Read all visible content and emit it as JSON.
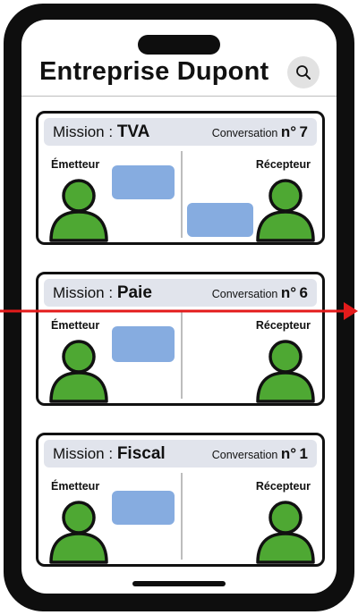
{
  "header": {
    "title": "Entreprise Dupont"
  },
  "labels": {
    "mission_prefix": "Mission :",
    "conversation_prefix": "Conversation",
    "number_sign": "n°"
  },
  "missions": [
    {
      "name": "TVA",
      "conversation_number": "7",
      "sender": "Émetteur",
      "receiver": "Récepteur"
    },
    {
      "name": "Paie",
      "conversation_number": "6",
      "sender": "Émetteur",
      "receiver": "Récepteur"
    },
    {
      "name": "Fiscal",
      "conversation_number": "1",
      "sender": "Émetteur",
      "receiver": "Récepteur"
    }
  ],
  "colors": {
    "avatar_fill": "#4ea833",
    "bubble": "#7fa8de",
    "header_band": "#e1e4ec",
    "arrow": "#e31b1b",
    "frame": "#0e0e0e"
  },
  "icons": {
    "search": "search-icon",
    "person": "person-icon",
    "message": "message-bubble-icon",
    "arrow": "red-arrow-icon"
  }
}
